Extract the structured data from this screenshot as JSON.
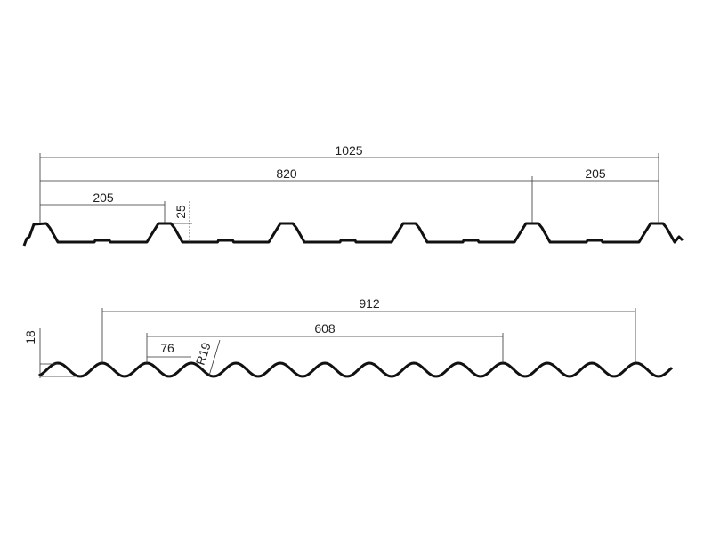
{
  "trapezoidal_profile": {
    "overall_width_label": "1025",
    "effective_width_label": "820",
    "pitch_left_label": "205",
    "pitch_right_label": "205",
    "rib_height_label": "25"
  },
  "corrugated_profile": {
    "overall_width_label": "912",
    "span_label": "608",
    "pitch_label": "76",
    "radius_label": "R19",
    "wave_height_label": "18"
  }
}
